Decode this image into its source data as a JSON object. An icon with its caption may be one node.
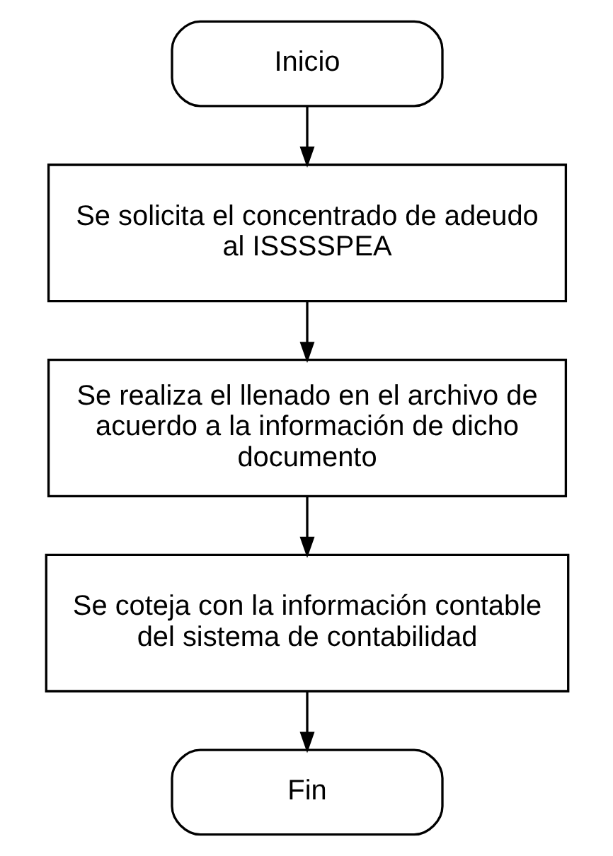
{
  "diagram": {
    "nodes": [
      {
        "text": [
          "Inicio"
        ]
      },
      {
        "text": [
          "Se solicita el concentrado de adeudo al ISSSSPEA"
        ]
      },
      {
        "text": [
          "Se realiza el llenado en el archivo de acuerdo a la información de dicho documento"
        ]
      },
      {
        "text": [
          "Se coteja con la información contable del sistema de contabilidad"
        ]
      },
      {
        "text": [
          "Fin"
        ]
      }
    ],
    "edges": [
      {
        "from": 0,
        "to": 1,
        "arrow": "to"
      },
      {
        "from": 1,
        "to": 2,
        "arrow": "to"
      },
      {
        "from": 2,
        "to": 3,
        "arrow": "to"
      },
      {
        "from": 3,
        "to": 4,
        "arrow": "to"
      }
    ]
  }
}
